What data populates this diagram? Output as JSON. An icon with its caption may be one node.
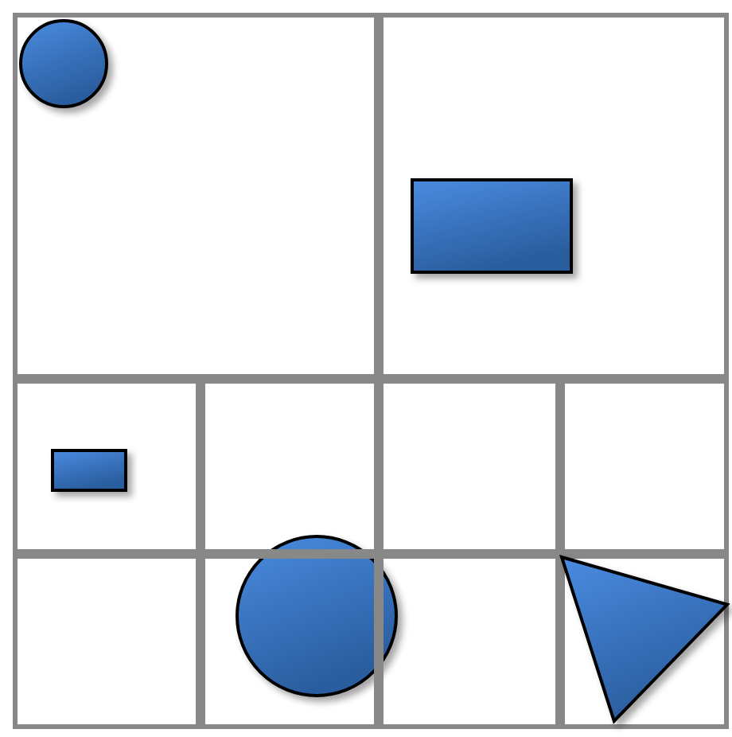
{
  "diagram": {
    "nodes": [
      {
        "text": [],
        "shape": "box"
      },
      {
        "text": [],
        "shape": "circle",
        "in": 0
      },
      {
        "text": [],
        "shape": "box"
      },
      {
        "text": [],
        "shape": "box",
        "in": 2
      },
      {
        "text": [],
        "shape": "box"
      },
      {
        "text": [],
        "shape": "box",
        "in": 4
      },
      {
        "text": [],
        "shape": "box"
      },
      {
        "text": [],
        "shape": "box"
      },
      {
        "text": [],
        "shape": "box"
      },
      {
        "text": [],
        "shape": "box"
      },
      {
        "text": [],
        "shape": "box"
      },
      {
        "text": [],
        "shape": "box"
      },
      {
        "text": [],
        "shape": "box"
      },
      {
        "text": [],
        "shape": "circle"
      },
      {
        "text": [],
        "shape": "triangle",
        "in": 12
      }
    ]
  }
}
